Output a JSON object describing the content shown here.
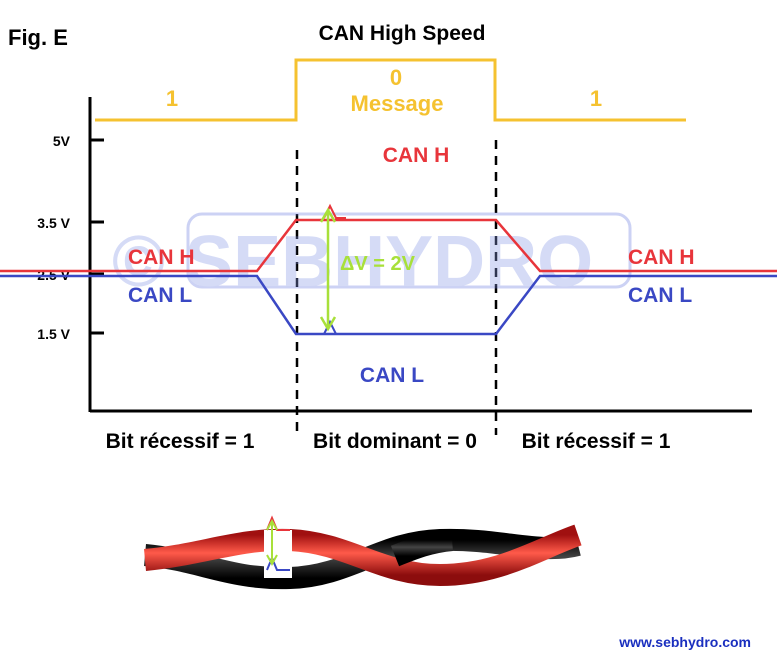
{
  "figure_label": "Fig. E",
  "title": "CAN High Speed",
  "message": {
    "bit_left": "1",
    "bit_middle": "0",
    "middle_label": "Message",
    "bit_right": "1"
  },
  "y_axis_ticks": [
    "5V",
    "3.5 V",
    "2.5 V",
    "1.5 V"
  ],
  "signal_labels": {
    "can_h_top": "CAN H",
    "can_h_left": "CAN H",
    "can_l_left": "CAN L",
    "can_h_right": "CAN H",
    "can_l_right": "CAN L",
    "can_l_bottom": "CAN L"
  },
  "delta_label": "ΔV = 2V",
  "watermark": "© SEBHYDRO",
  "bit_labels": {
    "left": "Bit récessif = 1",
    "middle": "Bit dominant = 0",
    "right": "Bit récessif = 1"
  },
  "website": "www.sebhydro.com",
  "colors": {
    "message_line": "#f5c230",
    "can_h": "#e8353b",
    "can_l": "#3a48c4",
    "delta": "#a8e03a",
    "axis": "#000000",
    "website": "#1a2fbf"
  },
  "icon_names": [
    "twisted-pair-cable-icon"
  ]
}
